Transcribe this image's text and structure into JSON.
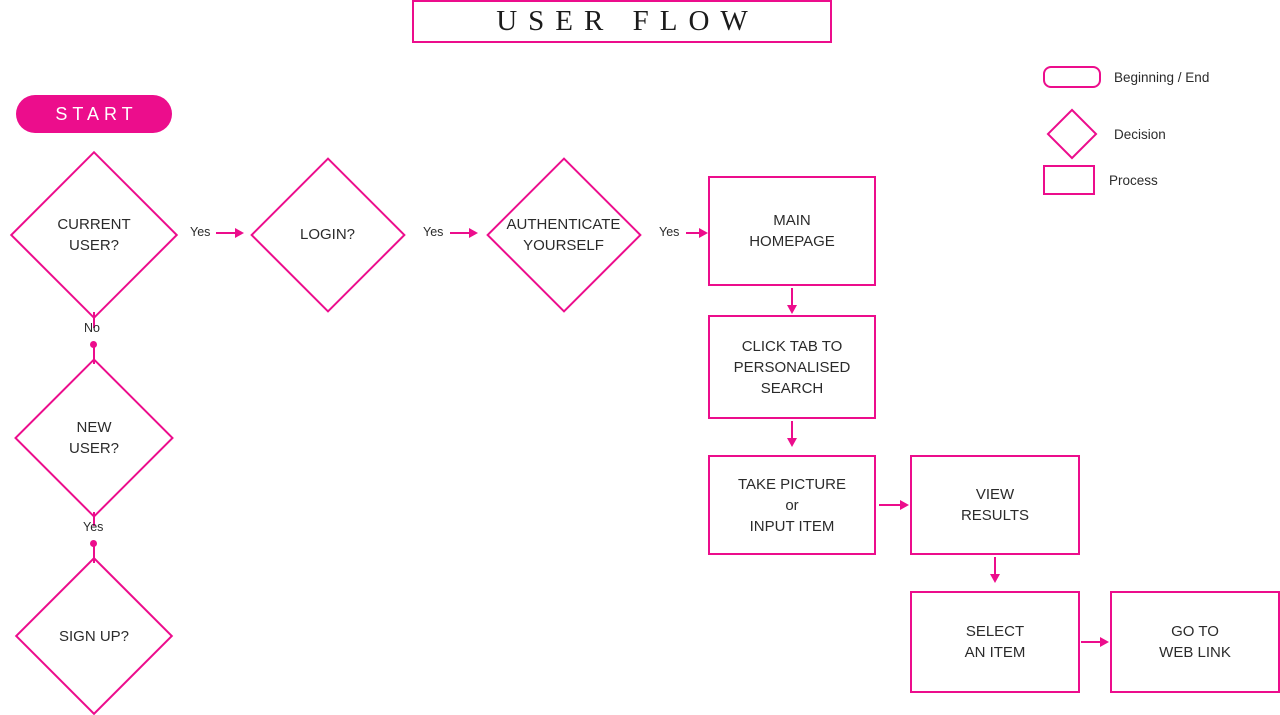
{
  "theme": {
    "accent": "#ec0d8c",
    "text": "#2b2b2b",
    "background": "#ffffff",
    "start_text": "#ffffff"
  },
  "title": {
    "text": "USER FLOW"
  },
  "legend": {
    "items": [
      {
        "shape": "rounded-rectangle",
        "label": "Beginning / End"
      },
      {
        "shape": "diamond",
        "label": "Decision"
      },
      {
        "shape": "rectangle",
        "label": "Process"
      }
    ]
  },
  "start": {
    "label": "START"
  },
  "nodes": {
    "current_user": {
      "line1": "CURRENT",
      "line2": "USER?"
    },
    "login": {
      "line1": "LOGIN?"
    },
    "authenticate": {
      "line1": "AUTHENTICATE",
      "line2": "YOURSELF"
    },
    "new_user": {
      "line1": "NEW",
      "line2": "USER?"
    },
    "sign_up": {
      "line1": "SIGN UP?"
    },
    "main_homepage": {
      "line1": "MAIN",
      "line2": "HOMEPAGE"
    },
    "click_tab": {
      "line1": "CLICK TAB TO",
      "line2": "PERSONALISED",
      "line3": "SEARCH"
    },
    "take_picture": {
      "line1": "TAKE PICTURE",
      "line2": "or",
      "line3": "INPUT ITEM"
    },
    "view_results": {
      "line1": "VIEW",
      "line2": "RESULTS"
    },
    "select_item": {
      "line1": "SELECT",
      "line2": "AN ITEM"
    },
    "go_to_web_link": {
      "line1": "GO TO",
      "line2": "WEB LINK"
    }
  },
  "edges": {
    "current_user_to_login": "Yes",
    "login_to_authenticate": "Yes",
    "authenticate_to_homepage": "Yes",
    "current_user_to_new_user": "No",
    "new_user_to_sign_up": "Yes"
  }
}
